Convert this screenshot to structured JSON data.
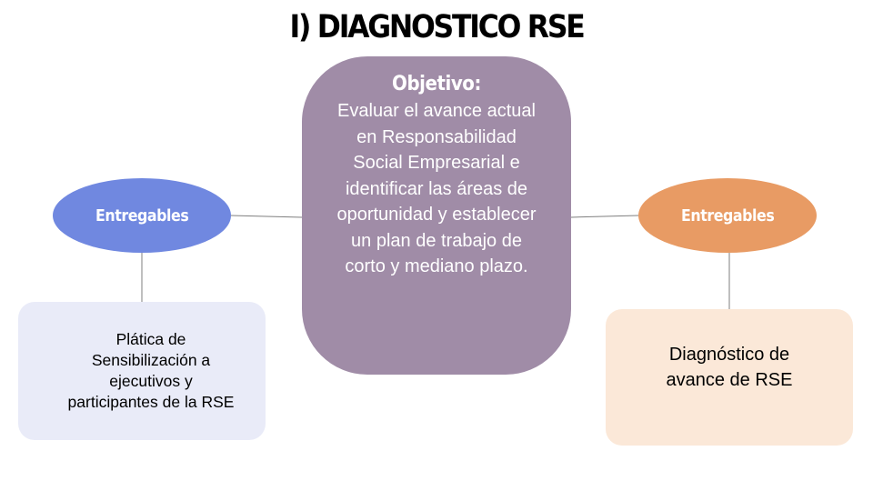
{
  "title": "I) DIAGNOSTICO RSE",
  "objective": {
    "heading": "Objetivo:",
    "text": "Evaluar el avance actual en Responsabilidad Social Empresarial e identificar las áreas de oportunidad y establecer un plan de trabajo de corto y mediano plazo."
  },
  "left_branch": {
    "label": "Entregables",
    "deliverable": "Plática de Sensibilización a ejecutivos y participantes de la RSE",
    "color": "#7088e0",
    "box_color": "#e9ebf8"
  },
  "right_branch": {
    "label": "Entregables",
    "deliverable": "Diagnóstico de avance de RSE",
    "color": "#e89b64",
    "box_color": "#fbe8d8"
  },
  "center_color": "#a08ca7"
}
